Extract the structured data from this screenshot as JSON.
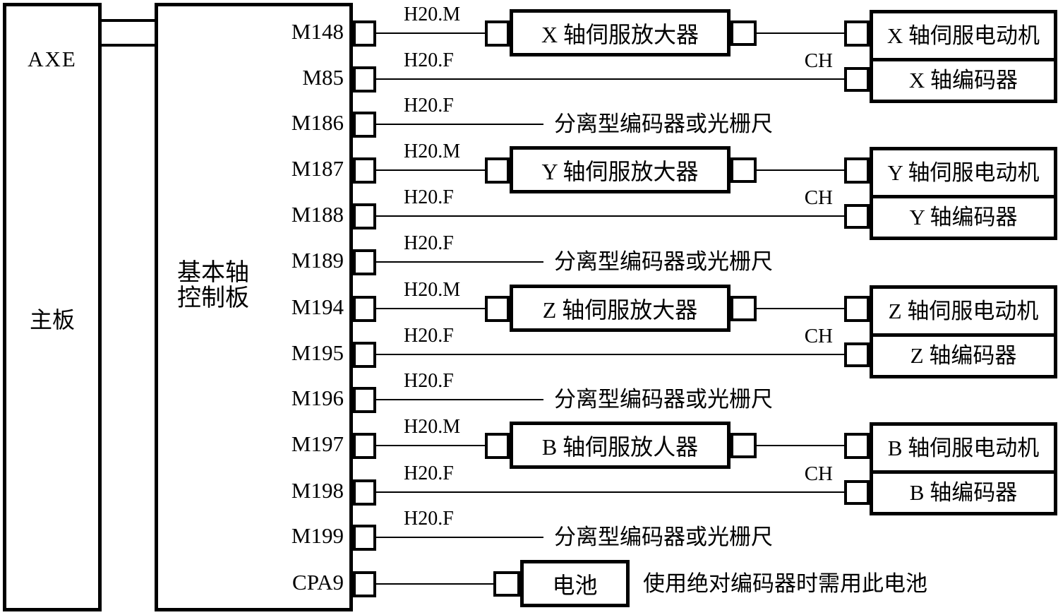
{
  "mainboard": {
    "top_label": "AXE",
    "bottom_label": "主板"
  },
  "control_board": {
    "label_lines": [
      "基本轴",
      "控制板"
    ]
  },
  "rows": [
    {
      "id": "M148",
      "cable": "H20.M",
      "kind": "amplifier",
      "box_label": "X 轴伺服放大器"
    },
    {
      "id": "M85",
      "cable": "H20.F",
      "kind": "encoder-link",
      "ch": "CH"
    },
    {
      "id": "M186",
      "cable": "H20.F",
      "kind": "separate-encoder",
      "note": "分离型编码器或光栅尺"
    },
    {
      "id": "M187",
      "cable": "H20.M",
      "kind": "amplifier",
      "box_label": "Y 轴伺服放大器"
    },
    {
      "id": "M188",
      "cable": "H20.F",
      "kind": "encoder-link",
      "ch": "CH"
    },
    {
      "id": "M189",
      "cable": "H20.F",
      "kind": "separate-encoder",
      "note": "分离型编码器或光栅尺"
    },
    {
      "id": "M194",
      "cable": "H20.M",
      "kind": "amplifier",
      "box_label": "Z 轴伺服放大器"
    },
    {
      "id": "M195",
      "cable": "H20.F",
      "kind": "encoder-link",
      "ch": "CH"
    },
    {
      "id": "M196",
      "cable": "H20.F",
      "kind": "separate-encoder",
      "note": "分离型编码器或光栅尺"
    },
    {
      "id": "M197",
      "cable": "H20.M",
      "kind": "amplifier",
      "box_label": "B 轴伺服放人器"
    },
    {
      "id": "M198",
      "cable": "H20.F",
      "kind": "encoder-link",
      "ch": "CH"
    },
    {
      "id": "M199",
      "cable": "H20.F",
      "kind": "separate-encoder",
      "note": "分离型编码器或光栅尺"
    },
    {
      "id": "CPA9",
      "cable": "",
      "kind": "battery",
      "box_label": "电池",
      "note": "使用绝对编码器时需用此电池"
    }
  ],
  "axis_units": [
    {
      "axis": "X",
      "motor": "X 轴伺服电动机",
      "encoder": "X 轴编码器"
    },
    {
      "axis": "Y",
      "motor": "Y 轴伺服电动机",
      "encoder": "Y 轴编码器"
    },
    {
      "axis": "Z",
      "motor": "Z 轴伺服电动机",
      "encoder": "Z 轴编码器"
    },
    {
      "axis": "B",
      "motor": "B 轴伺服电动机",
      "encoder": "B 轴编码器"
    }
  ],
  "colors": {
    "line": "#000000",
    "background": "#ffffff",
    "text": "#000000"
  }
}
